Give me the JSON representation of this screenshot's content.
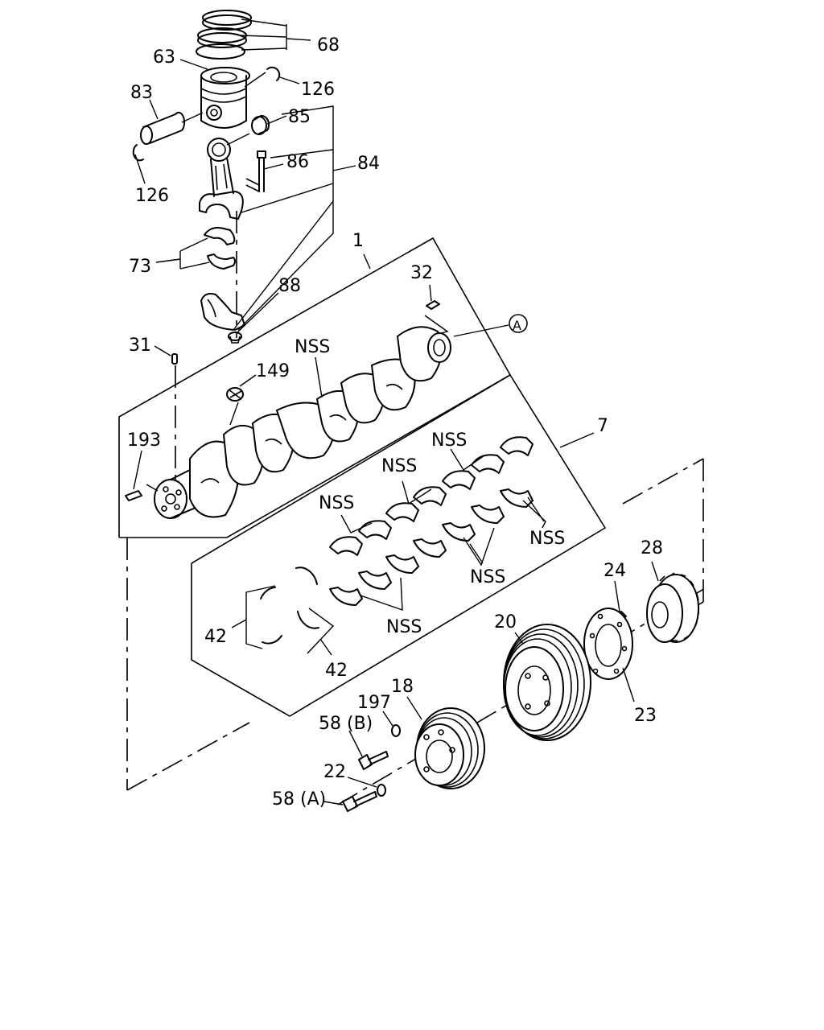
{
  "labels": {
    "l68": "68",
    "l63": "63",
    "l126a": "126",
    "l83": "83",
    "l85": "85",
    "l86": "86",
    "l84": "84",
    "l126b": "126",
    "l73": "73",
    "l88": "88",
    "l1": "1",
    "l32": "32",
    "lA": "A",
    "l31": "31",
    "lnss_crank": "NSS",
    "l149": "149",
    "l193": "193",
    "l7": "7",
    "lnss1": "NSS",
    "lnss2": "NSS",
    "lnss3": "NSS",
    "lnss4": "NSS",
    "lnss5": "NSS",
    "lnss6": "NSS",
    "l42a": "42",
    "l42b": "42",
    "l28": "28",
    "l24": "24",
    "l20": "20",
    "l23": "23",
    "l18": "18",
    "l197": "197",
    "l58b": "58 (B)",
    "l22": "22",
    "l58a": "58 (A)"
  }
}
